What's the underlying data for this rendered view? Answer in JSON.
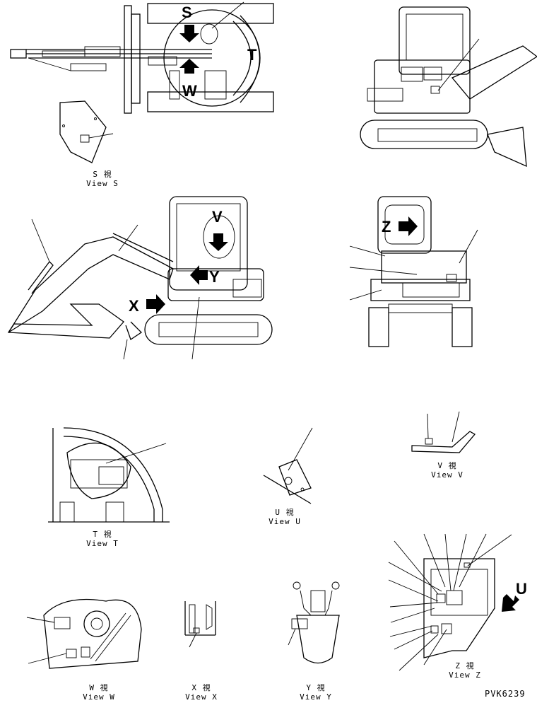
{
  "letters": {
    "S": "S",
    "T": "T",
    "W": "W",
    "V": "V",
    "Y": "Y",
    "X": "X",
    "Z": "Z",
    "U": "U"
  },
  "captions": {
    "view_s": {
      "jp": "S  視",
      "en": "View S"
    },
    "view_t": {
      "jp": "T  視",
      "en": "View T"
    },
    "view_u": {
      "jp": "U  視",
      "en": "View U"
    },
    "view_v": {
      "jp": "V  視",
      "en": "View V"
    },
    "view_w": {
      "jp": "W  視",
      "en": "View W"
    },
    "view_x": {
      "jp": "X  視",
      "en": "View X"
    },
    "view_y": {
      "jp": "Y  視",
      "en": "View Y"
    },
    "view_z": {
      "jp": "Z  視",
      "en": "View Z"
    }
  },
  "drawing_code": "PVK6239",
  "icons": {
    "arrow": "arrow-icon"
  }
}
